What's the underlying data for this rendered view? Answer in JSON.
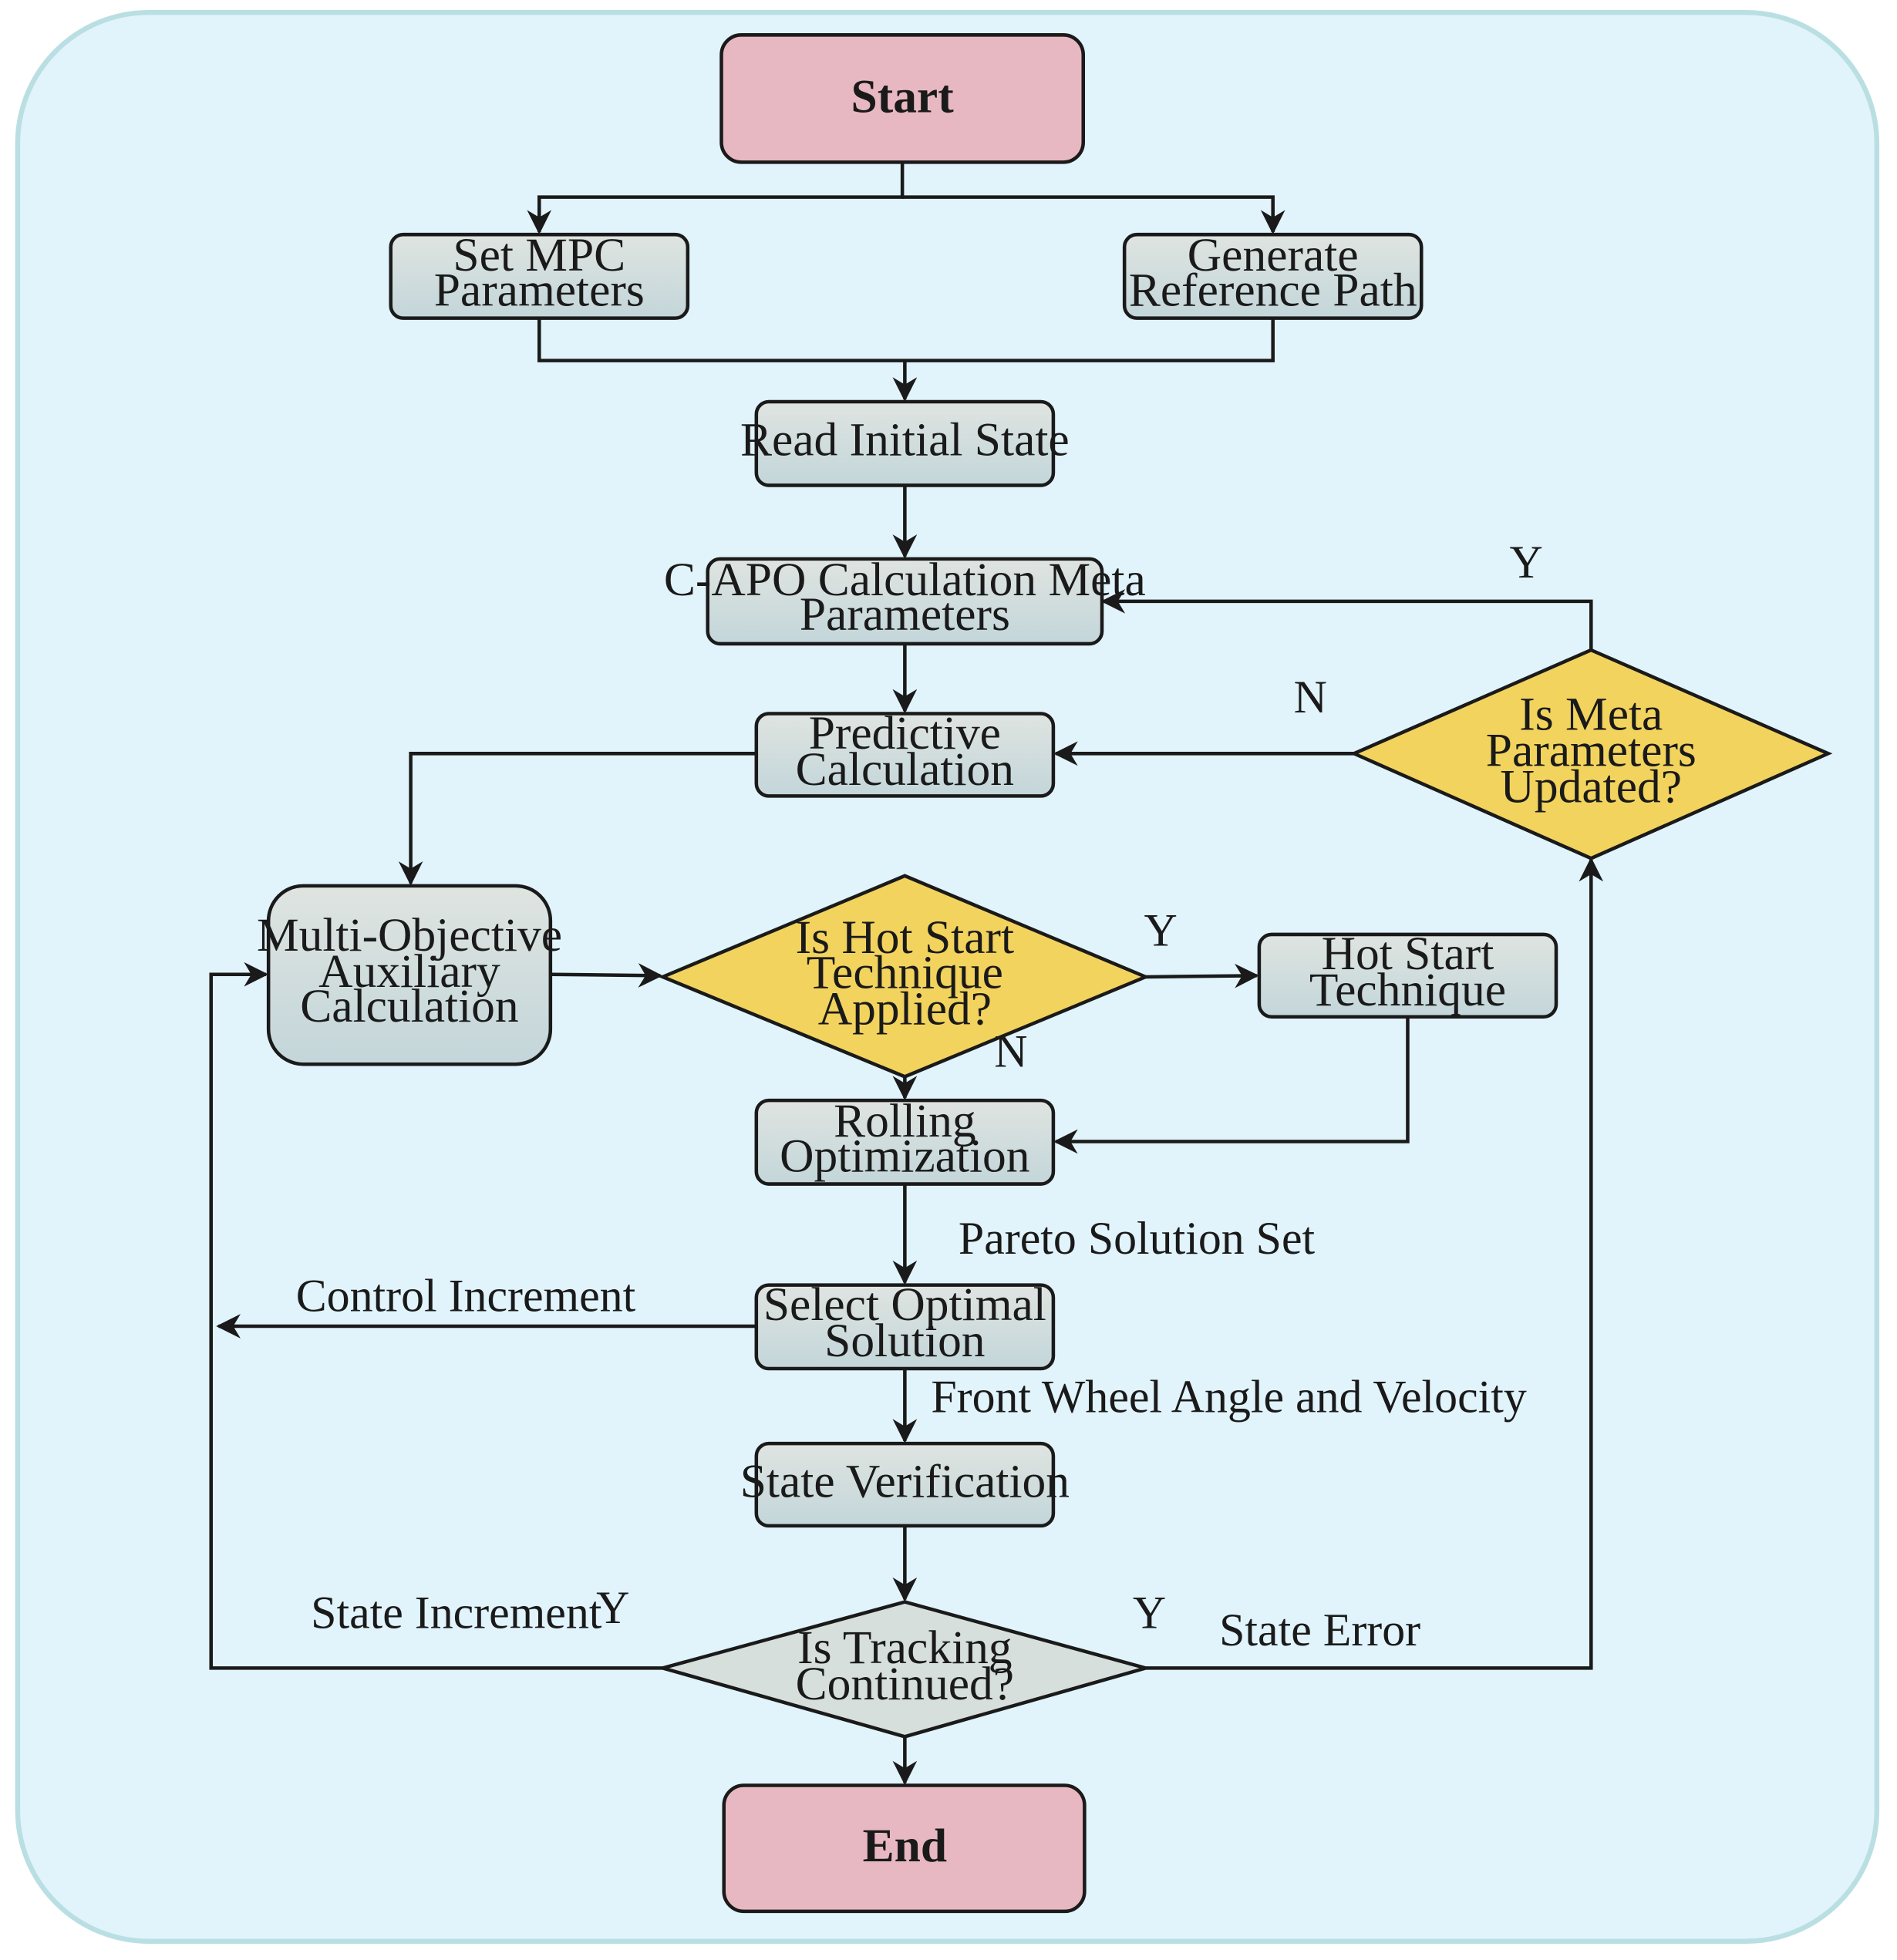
{
  "colors": {
    "background": "#e1f3fb",
    "frame_border": "#b9dfe3",
    "terminal_fill": "#e8b8c2",
    "process_fill_top": "#dfe4e0",
    "process_fill_bottom": "#c3d6da",
    "decision_fill": "#f2d35e",
    "final_decision_fill": "#d6dfdc",
    "stroke": "#1a1a1a"
  },
  "nodes": {
    "start": "Start",
    "set_mpc": [
      "Set MPC",
      "Parameters"
    ],
    "generate_path": [
      "Generate",
      "Reference Path"
    ],
    "read_initial": [
      "Read Initial State"
    ],
    "capo": [
      "C-APO Calculation Meta",
      "Parameters"
    ],
    "predictive": [
      "Predictive",
      "Calculation"
    ],
    "multi_objective": [
      "Multi-Objective",
      "Auxiliary",
      "Calculation"
    ],
    "hot_start_decision": [
      "Is Hot Start",
      "Technique",
      "Applied?"
    ],
    "hot_start": [
      "Hot Start",
      "Technique"
    ],
    "rolling": [
      "Rolling",
      "Optimization"
    ],
    "select_optimal": [
      "Select Optimal",
      "Solution"
    ],
    "state_verification": [
      "State Verification"
    ],
    "tracking_decision": [
      "Is Tracking",
      "Continued?"
    ],
    "meta_decision": [
      "Is Meta",
      "Parameters",
      "Updated?"
    ],
    "end": "End"
  },
  "edge_labels": {
    "meta_yes": "Y",
    "meta_no": "N",
    "hot_yes": "Y",
    "hot_no": "N",
    "pareto": "Pareto Solution Set",
    "control_increment": "Control Increment",
    "front_wheel": "Front Wheel Angle and Velocity",
    "state_increment": "State Increment",
    "tracking_yes_left": "Y",
    "tracking_yes_right": "Y",
    "state_error": "State Error"
  }
}
